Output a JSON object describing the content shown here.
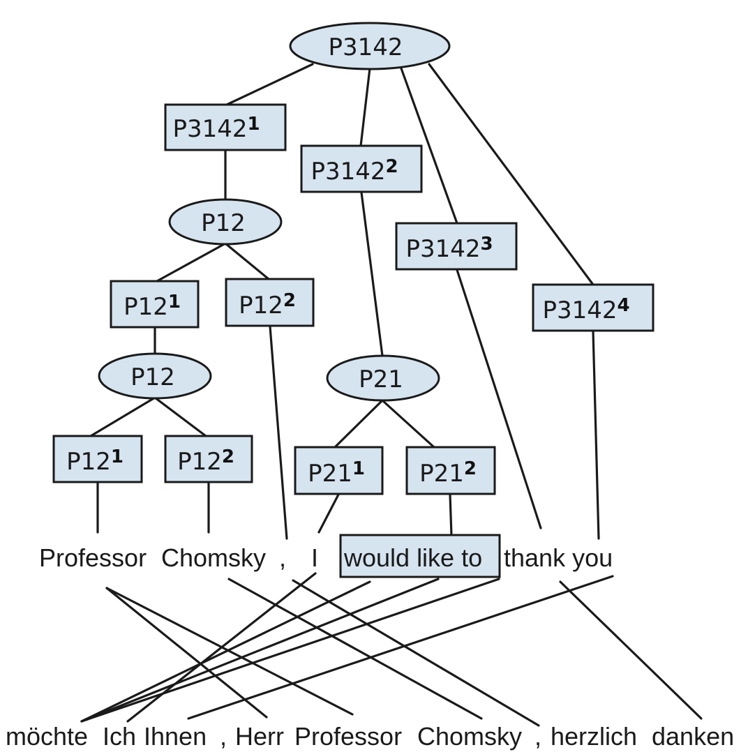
{
  "root": {
    "label": "P3142"
  },
  "nodes": {
    "p3142_1": {
      "base": "P3142",
      "sup": "1"
    },
    "p3142_2": {
      "base": "P3142",
      "sup": "2"
    },
    "p3142_3": {
      "base": "P3142",
      "sup": "3"
    },
    "p3142_4": {
      "base": "P3142",
      "sup": "4"
    },
    "p12_a": {
      "label": "P12"
    },
    "p12_a_1": {
      "base": "P12",
      "sup": "1"
    },
    "p12_a_2": {
      "base": "P12",
      "sup": "2"
    },
    "p12_b": {
      "label": "P12"
    },
    "p12_b_1": {
      "base": "P12",
      "sup": "1"
    },
    "p12_b_2": {
      "base": "P12",
      "sup": "2"
    },
    "p21": {
      "label": "P21"
    },
    "p21_1": {
      "base": "P21",
      "sup": "1"
    },
    "p21_2": {
      "base": "P21",
      "sup": "2"
    }
  },
  "english": {
    "professor": "Professor",
    "chomsky": "Chomsky",
    "comma": ",",
    "i": "I",
    "would_like_to": "would like to",
    "thank_you": "thank you"
  },
  "german": {
    "moechte": "möchte",
    "ich": "Ich",
    "ihnen": "Ihnen",
    "comma1": ",",
    "herr": "Herr",
    "professor": "Professor",
    "chomsky": "Chomsky",
    "comma2": ",",
    "herzlich": "herzlich",
    "danken": "danken"
  }
}
